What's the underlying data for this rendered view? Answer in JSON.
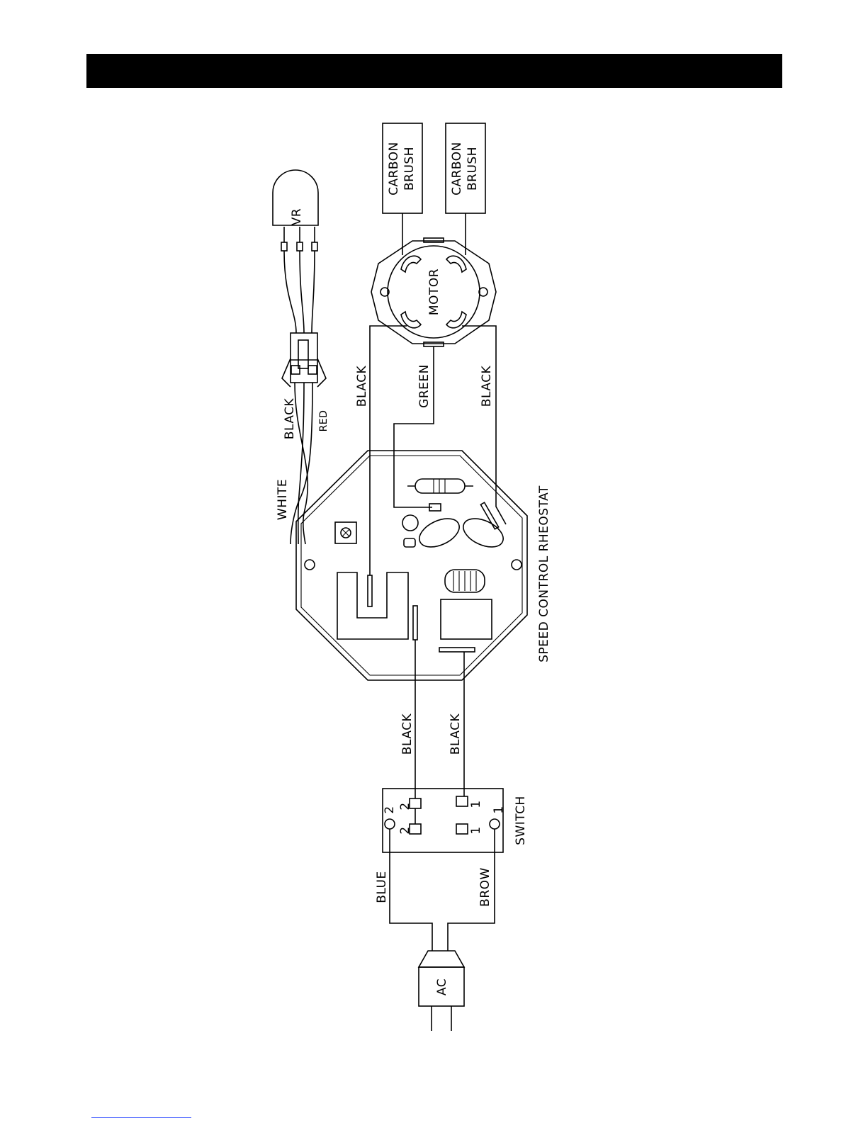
{
  "header": {
    "title": ""
  },
  "components": {
    "vr": "VR",
    "carbon_brush_1": [
      "CARBON",
      "BRUSH"
    ],
    "carbon_brush_2": [
      "CARBON",
      "BRUSH"
    ],
    "motor": "MOTOR",
    "rheostat": "SPEED CONTROL RHEOSTAT",
    "switch": "SWITCH",
    "ac": "AC"
  },
  "wires": {
    "white": "WHITE",
    "black_vr": "BLACK",
    "red": "RED",
    "black_motor_left": "BLACK",
    "green": "GREEN",
    "black_motor_right": "BLACK",
    "black_switch_left": "BLACK",
    "black_switch_right": "BLACK",
    "blue": "BLUE",
    "brow": "BROW"
  },
  "switch_terminals": {
    "outer_left": "2",
    "outer_right": "1",
    "top_left": "2",
    "top_right": "1",
    "bottom_left": "2",
    "bottom_right": "1"
  },
  "colors": {
    "line": "#000000",
    "header": "#000000",
    "link_rule": "#3a55ff"
  }
}
